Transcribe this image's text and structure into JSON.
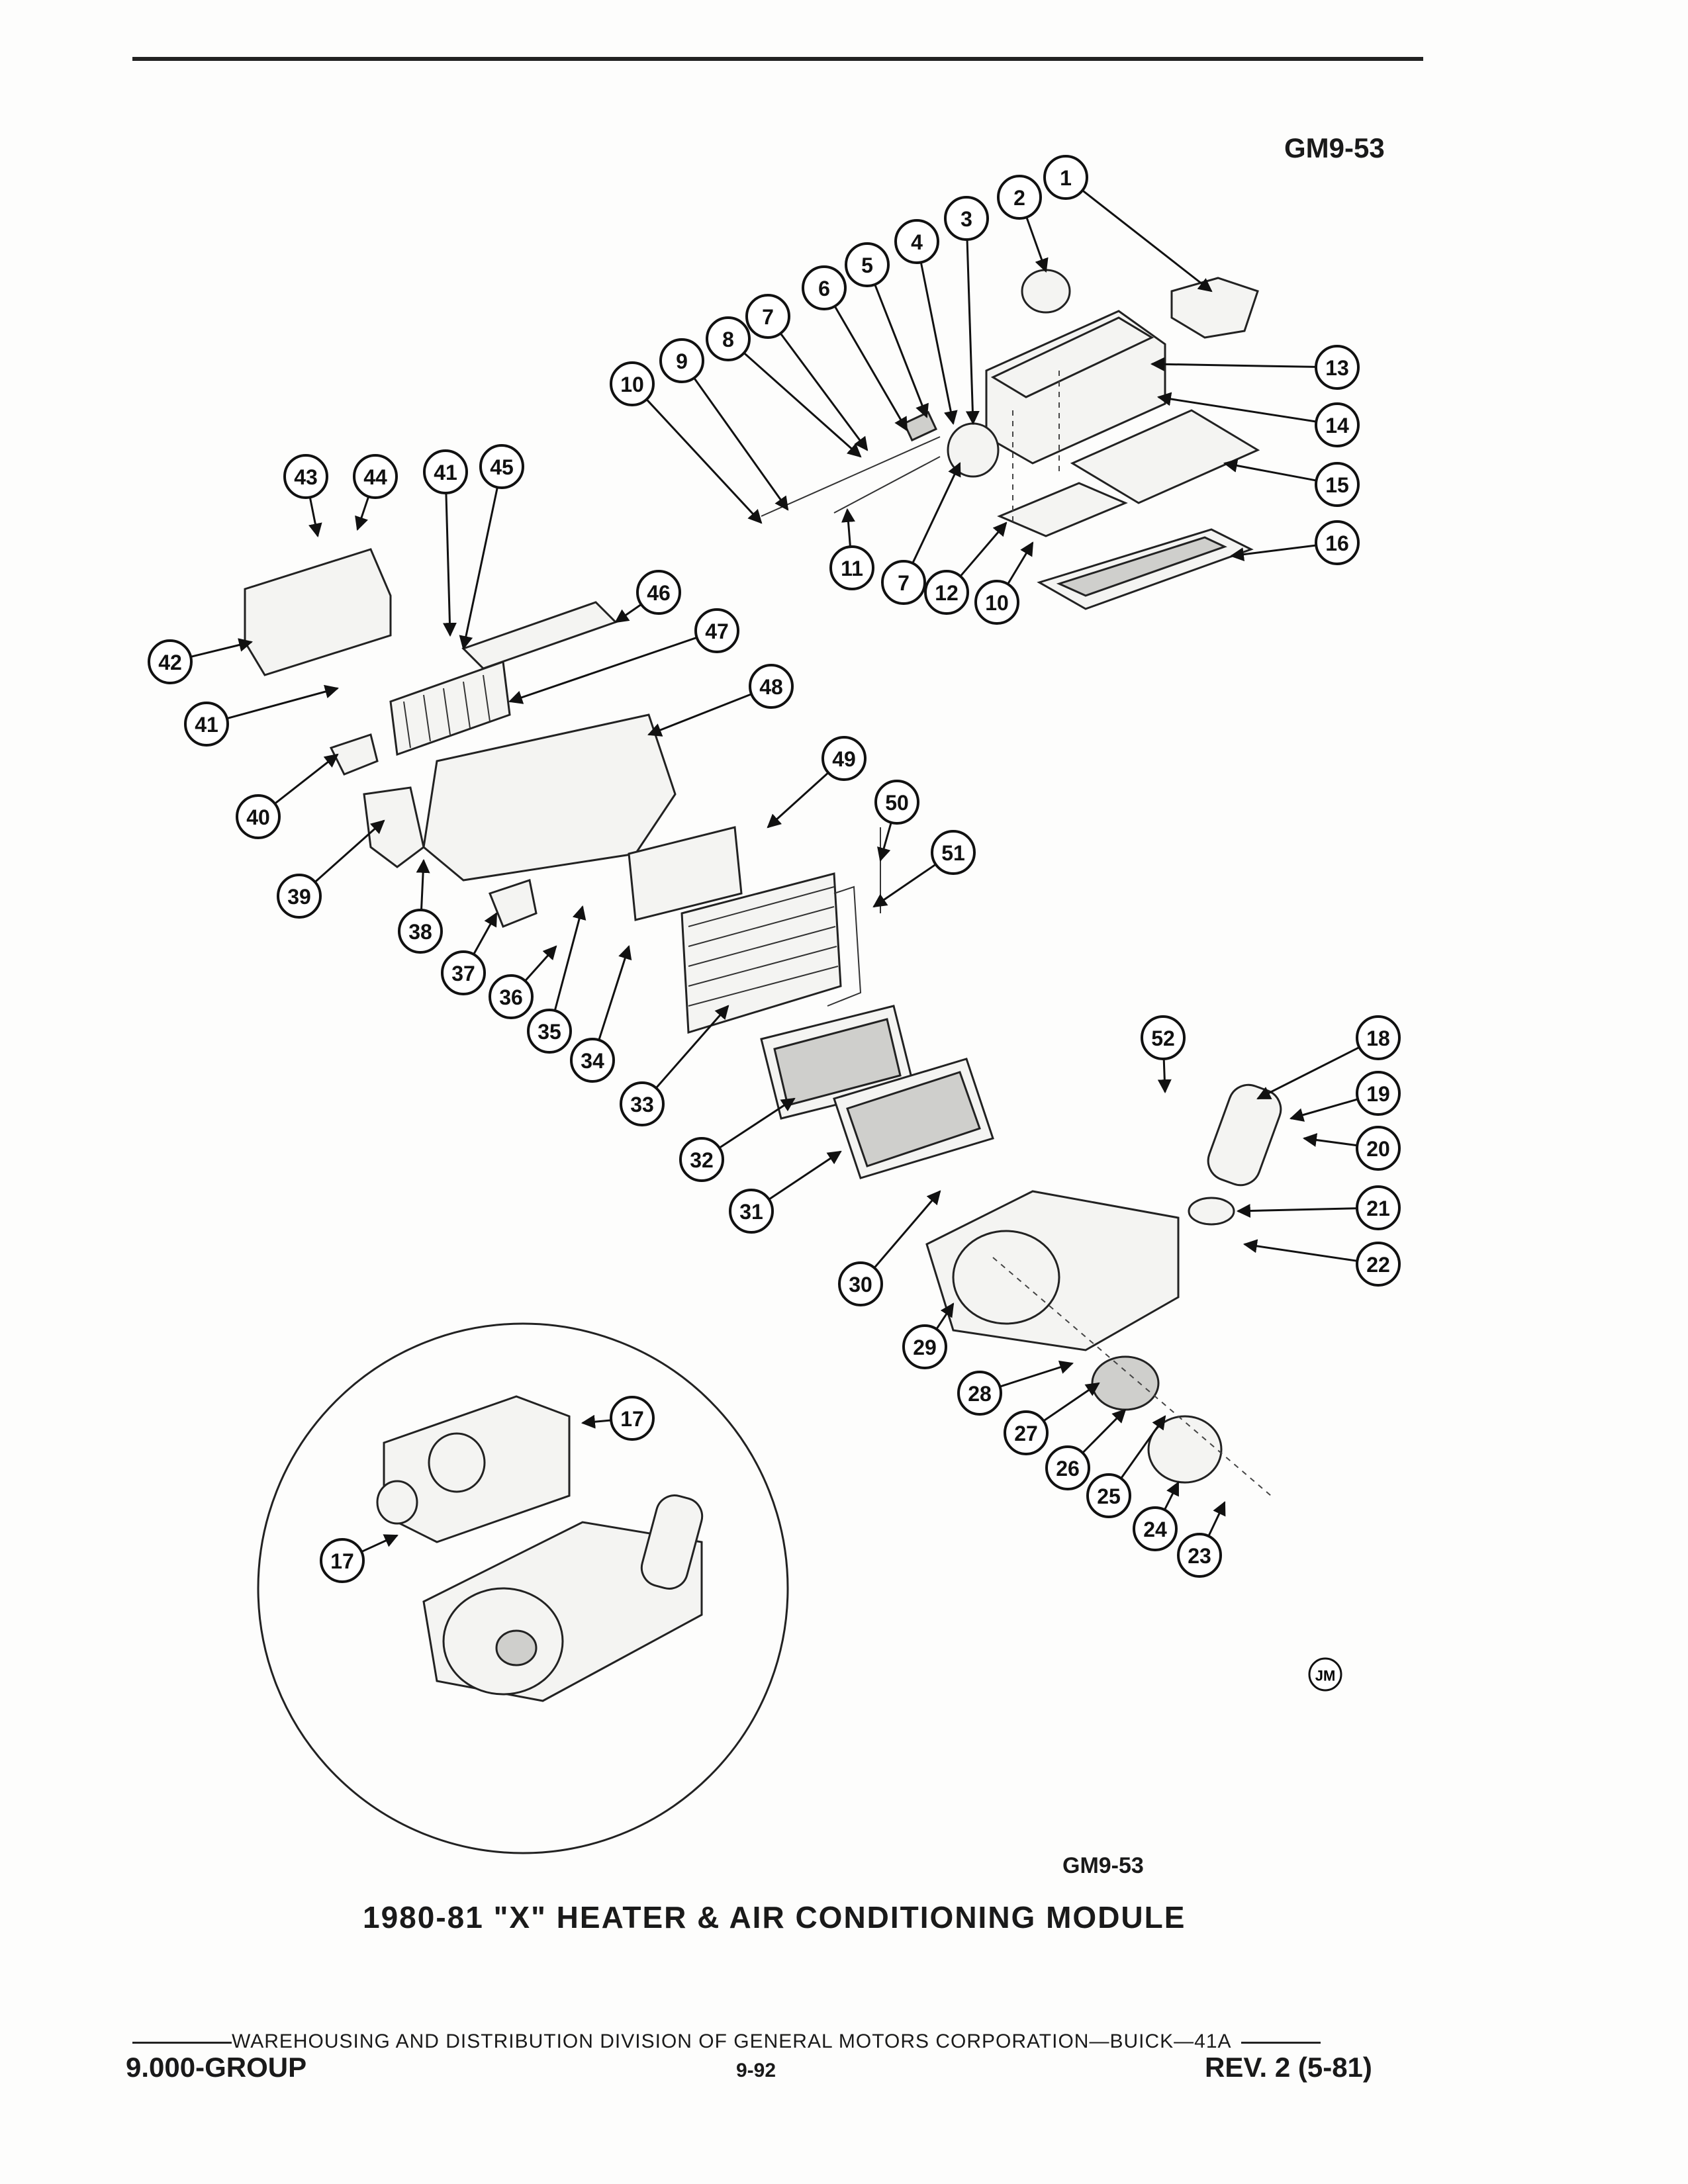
{
  "header": {
    "figure_id_top": "GM9-53"
  },
  "figure": {
    "figure_id_bottom": "GM9-53",
    "caption": "1980-81 \"X\" HEATER & AIR CONDITIONING MODULE",
    "artist_mark": "JM",
    "callouts": [
      "1",
      "2",
      "3",
      "4",
      "5",
      "6",
      "7",
      "8",
      "9",
      "10",
      "11",
      "7",
      "12",
      "10",
      "13",
      "14",
      "15",
      "16",
      "43",
      "44",
      "41",
      "45",
      "46",
      "47",
      "48",
      "42",
      "41",
      "40",
      "39",
      "49",
      "50",
      "51",
      "38",
      "37",
      "36",
      "35",
      "34",
      "33",
      "32",
      "31",
      "30",
      "52",
      "18",
      "19",
      "20",
      "21",
      "22",
      "29",
      "28",
      "27",
      "26",
      "25",
      "24",
      "23",
      "17",
      "17"
    ]
  },
  "footer": {
    "division_line": "WAREHOUSING AND DISTRIBUTION  DIVISION OF GENERAL MOTORS CORPORATION—BUICK—41A",
    "group": "9.000-GROUP",
    "page": "9-92",
    "revision": "REV. 2 (5-81)"
  }
}
